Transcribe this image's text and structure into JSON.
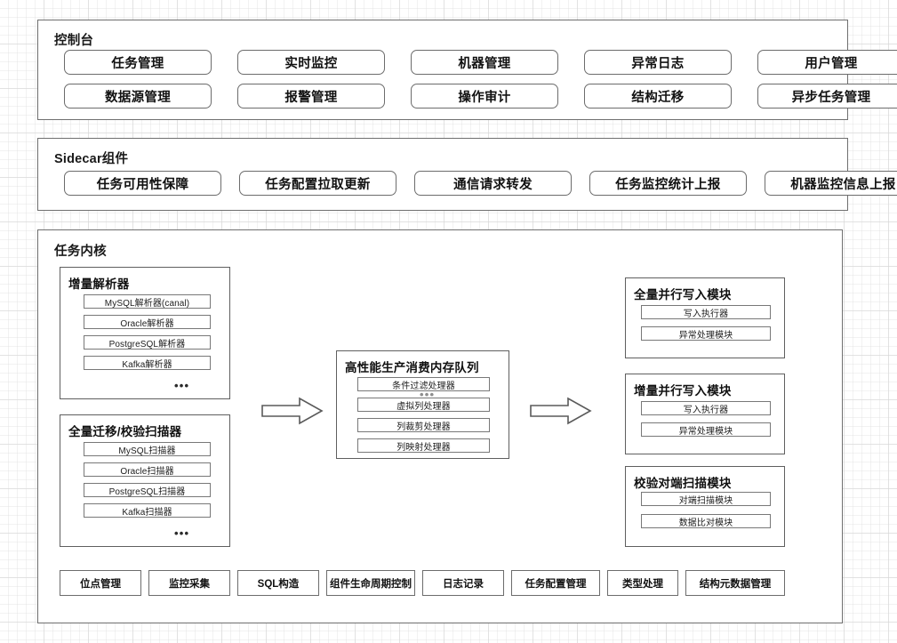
{
  "diagram": {
    "title_console": "控制台",
    "title_sidecar": "Sidecar组件",
    "title_kernel": "任务内核",
    "ellipsis": "•••",
    "arrow_1_name": "flow-arrow-parser-to-queue",
    "arrow_2_name": "flow-arrow-queue-to-writer"
  },
  "console": {
    "row1": [
      {
        "label": "任务管理"
      },
      {
        "label": "实时监控"
      },
      {
        "label": "机器管理"
      },
      {
        "label": "异常日志"
      },
      {
        "label": "用户管理"
      }
    ],
    "row2": [
      {
        "label": "数据源管理"
      },
      {
        "label": "报警管理"
      },
      {
        "label": "操作审计"
      },
      {
        "label": "结构迁移"
      },
      {
        "label": "异步任务管理"
      }
    ]
  },
  "sidecar": {
    "items": [
      {
        "label": "任务可用性保障"
      },
      {
        "label": "任务配置拉取更新"
      },
      {
        "label": "通信请求转发"
      },
      {
        "label": "任务监控统计上报"
      },
      {
        "label": "机器监控信息上报"
      }
    ]
  },
  "kernel": {
    "incremental_parser": {
      "title": "增量解析器",
      "items": [
        {
          "label": "MySQL解析器(canal)"
        },
        {
          "label": "Oracle解析器"
        },
        {
          "label": "PostgreSQL解析器"
        },
        {
          "label": "Kafka解析器"
        }
      ],
      "more": "•••"
    },
    "full_scanner": {
      "title": "全量迁移/校验扫描器",
      "items": [
        {
          "label": "MySQL扫描器"
        },
        {
          "label": "Oracle扫描器"
        },
        {
          "label": "PostgreSQL扫描器"
        },
        {
          "label": "Kafka扫描器"
        }
      ],
      "more": "•••"
    },
    "memory_queue": {
      "title": "高性能生产消费内存队列",
      "items": [
        {
          "label": "条件过滤处理器"
        },
        {
          "label": "虚拟列处理器"
        },
        {
          "label": "列裁剪处理器"
        },
        {
          "label": "列映射处理器"
        }
      ],
      "more": "•••"
    },
    "full_writer": {
      "title": "全量并行写入模块",
      "items": [
        {
          "label": "写入执行器"
        },
        {
          "label": "异常处理模块"
        }
      ]
    },
    "incremental_writer": {
      "title": "增量并行写入模块",
      "items": [
        {
          "label": "写入执行器"
        },
        {
          "label": "异常处理模块"
        }
      ]
    },
    "verify_scanner": {
      "title": "校验对端扫描模块",
      "items": [
        {
          "label": "对端扫描模块"
        },
        {
          "label": "数据比对模块"
        }
      ]
    },
    "utilities": [
      {
        "label": "位点管理"
      },
      {
        "label": "监控采集"
      },
      {
        "label": "SQL构造"
      },
      {
        "label": "组件生命周期控制"
      },
      {
        "label": "日志记录"
      },
      {
        "label": "任务配置管理"
      },
      {
        "label": "类型处理"
      },
      {
        "label": "结构元数据管理"
      }
    ]
  },
  "colors": {
    "panel_border": "#6f6f6f",
    "item_border": "#787878",
    "text": "#111111",
    "background": "#ffffff",
    "grid": "#d6d6d6"
  }
}
